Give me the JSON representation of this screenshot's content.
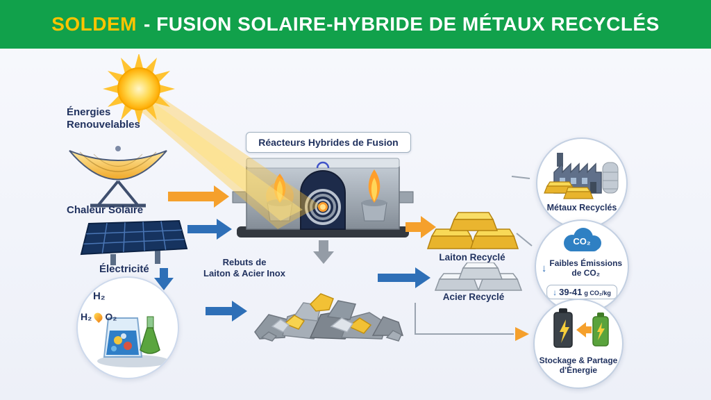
{
  "header": {
    "brand": "SOLDEM",
    "rest": "- FUSION SOLAIRE-HYBRIDE DE MÉTAUX RECYCLÉS"
  },
  "labels": {
    "renewables": "Énergies\nRenouvelables",
    "solar_heat": "Chaleur Solaire",
    "electricity": "Électricité",
    "reactor_box": "Réacteurs Hybrides de Fusion",
    "scrap": "Rebuts de\nLaiton & Acier Inox",
    "brass": "Laiton Recyclé",
    "steel": "Acier Recyclé"
  },
  "electrolysis": {
    "h2_top": "H₂",
    "h2": "H₂",
    "o2": "O₂"
  },
  "bubbles": {
    "metals": {
      "label": "Métaux Recyclés"
    },
    "emissions": {
      "cloud": "CO₂",
      "line1": "Faibles Émissions",
      "line2": "de CO₂",
      "arrow": "↓",
      "value": "39-41",
      "unit": "g CO₂/kg"
    },
    "storage": {
      "label": "Stockage & Partage\nd'Énergie"
    }
  },
  "colors": {
    "header_green": "#11a14b",
    "brand_yellow": "#ffc400",
    "label_navy": "#21325f",
    "arrow_orange": "#f5a02c",
    "arrow_blue": "#2e6fb7",
    "connector_grey": "#9aa4b0"
  }
}
